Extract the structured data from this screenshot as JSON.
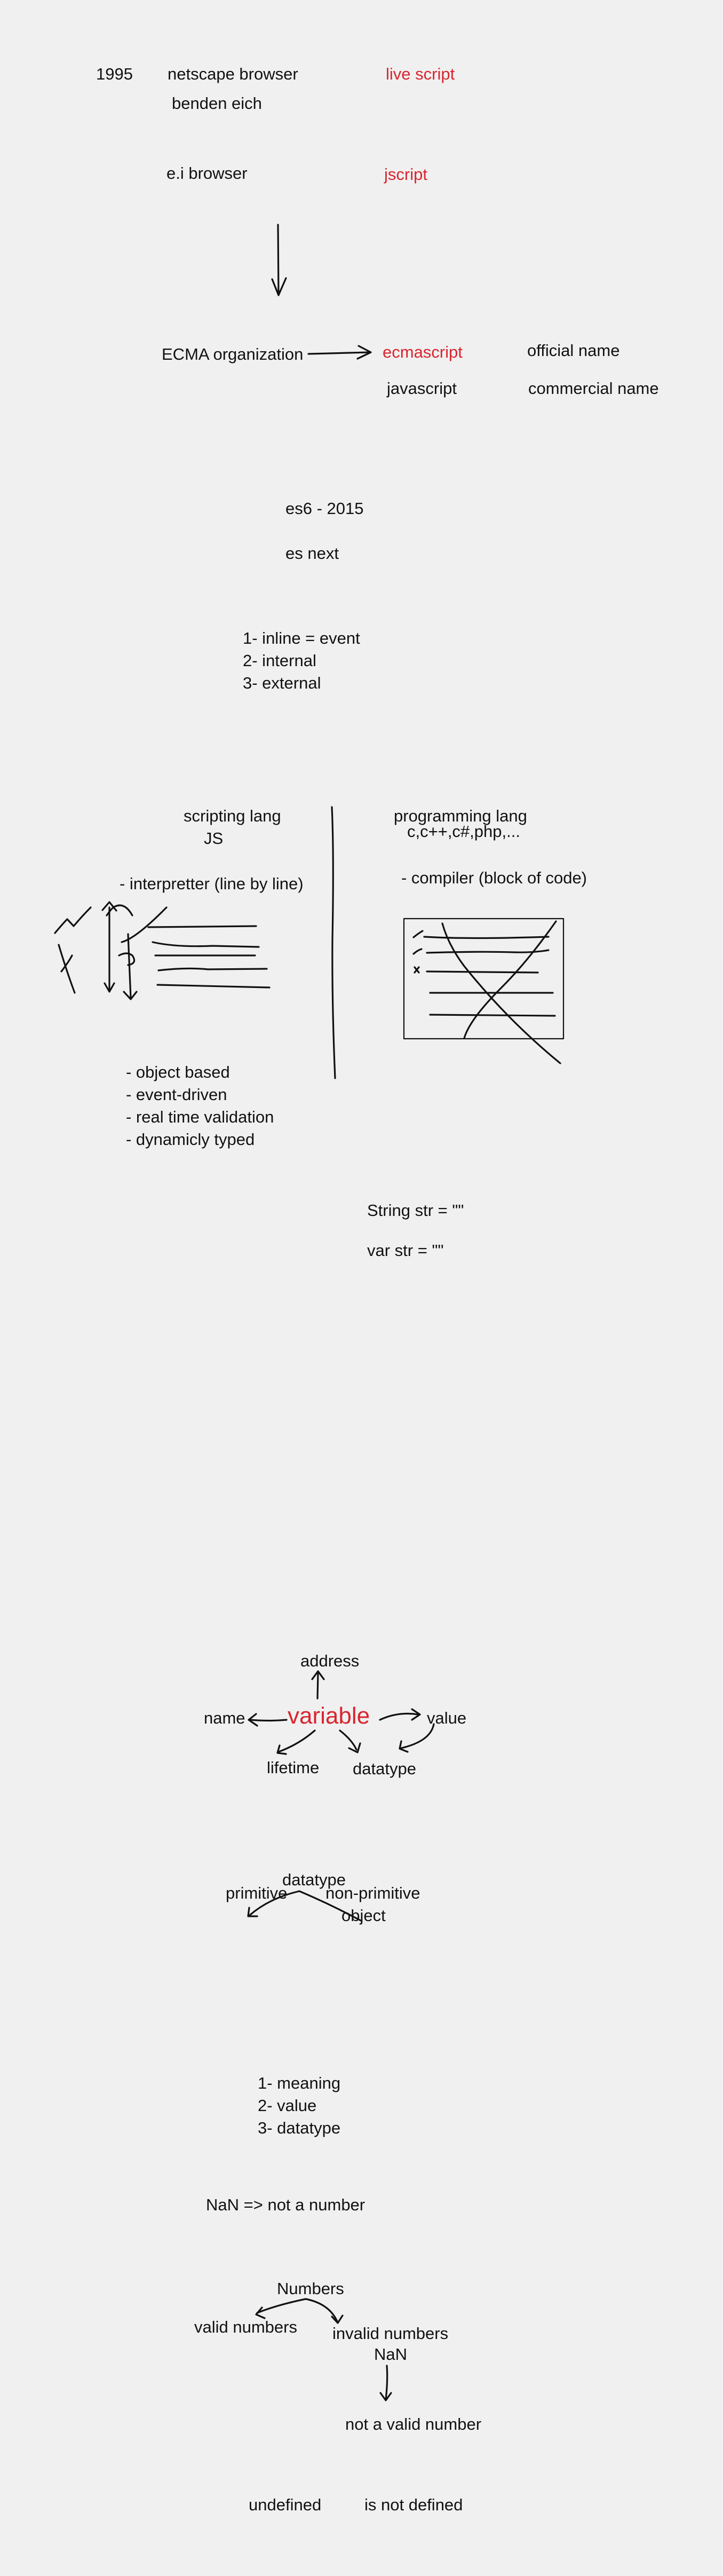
{
  "history": {
    "year": "1995",
    "netscape_browser": "netscape browser",
    "live_script": "live script",
    "brendan_eich": "benden eich",
    "ie_browser": "e.i browser",
    "jscript": "jscript",
    "ecma_org": "ECMA organization",
    "ecmascript": "ecmascript",
    "official_name": "official name",
    "javascript": "javascript",
    "commercial_name": "commercial name"
  },
  "versions": {
    "es6": "es6  - 2015",
    "esnext": "es next"
  },
  "ways_to_add": [
    "1- inline = event",
    "2- internal",
    "3- external"
  ],
  "comparison": {
    "scripting_title": "scripting lang",
    "scripting_sub": "JS",
    "interpreter": "- interpretter (line by line)",
    "programming_title": "programming lang",
    "programming_sub": "c,c++,c#,php,...",
    "compiler": "- compiler (block of code)",
    "js_features": [
      "- object based",
      "- event-driven",
      "- real time validation",
      "- dynamicly typed"
    ]
  },
  "declarations": {
    "string_decl": "String str = \"\"",
    "var_decl": "var str = \"\""
  },
  "variable_map": {
    "center": "variable",
    "address": "address",
    "name": "name",
    "value": "value",
    "lifetime": "lifetime",
    "datatype": "datatype"
  },
  "datatype_tree": {
    "root": "datatype",
    "primitive": "primitive",
    "non_primitive": "non-primitive",
    "object": "object"
  },
  "variable_aspects": [
    "1- meaning",
    "2- value",
    "3- datatype"
  ],
  "nan": {
    "definition": "NaN => not a number",
    "numbers": "Numbers",
    "valid": "valid numbers",
    "invalid": "invalid numbers",
    "nan_label": "NaN",
    "not_valid": "not a valid number"
  },
  "undefined_section": {
    "undefined": "undefined",
    "not_defined": "is not defined"
  },
  "colors": {
    "accent_red": "#d9252f",
    "ink": "#111111",
    "background": "#f0f0f0"
  }
}
